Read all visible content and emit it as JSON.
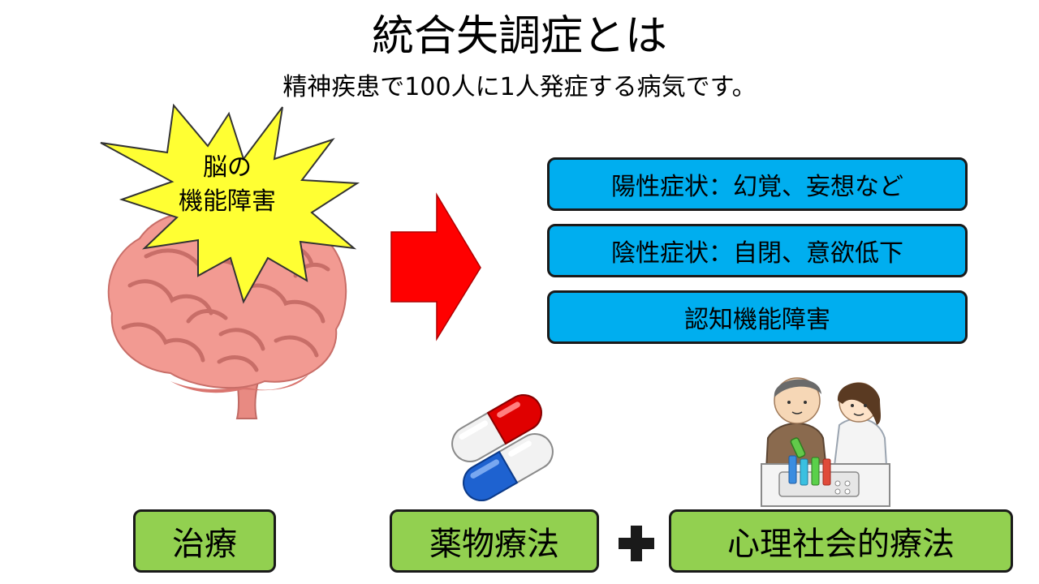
{
  "title": "統合失調症とは",
  "subtitle": "精神疾患で100人に1人発症する病気です。",
  "burst": {
    "line1": "脳の",
    "line2": "機能障害"
  },
  "symptoms": [
    {
      "label": "陽性症状：幻覚、妄想など"
    },
    {
      "label": "陰性症状：自閉、意欲低下"
    },
    {
      "label": "認知機能障害"
    }
  ],
  "treatment": {
    "label": "治療",
    "drug_therapy": "薬物療法",
    "psychosocial_therapy": "心理社会的療法"
  },
  "colors": {
    "symptom_box": "#00aeef",
    "treatment_box": "#92d050",
    "arrow": "#ff0000",
    "burst": "#ffff33",
    "brain": "#ee8a82"
  }
}
